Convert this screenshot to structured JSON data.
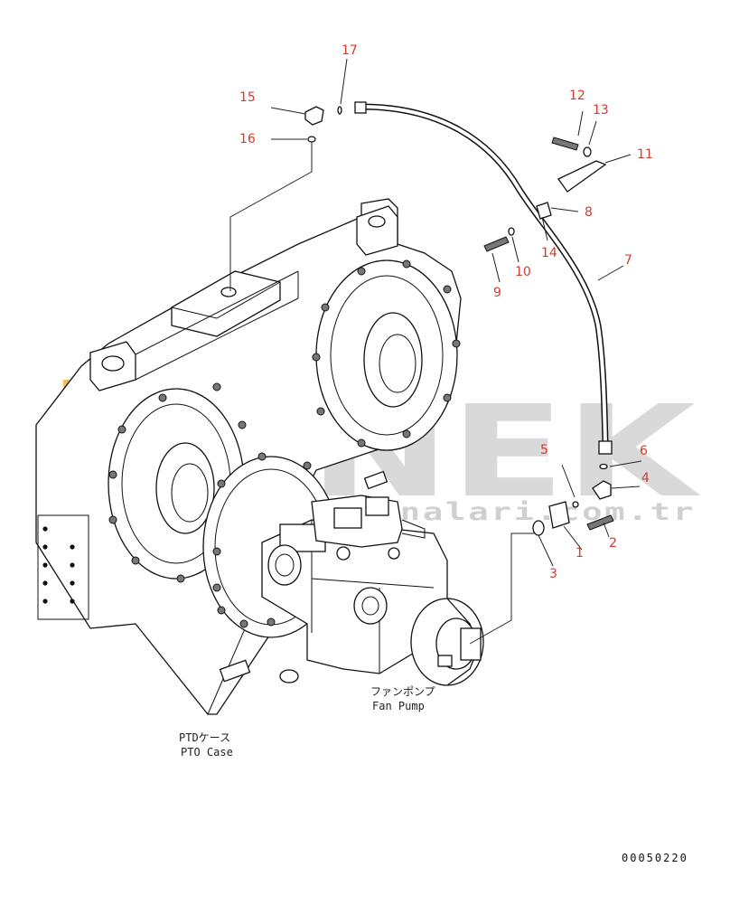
{
  "watermark": {
    "brand": "ORNEK",
    "site": "www.ornekiskmakinalari.com.tr",
    "brand_color": "#d9d9d9",
    "accent_color": "#e8a21a"
  },
  "callouts": [
    {
      "id": "1",
      "label": "1"
    },
    {
      "id": "2",
      "label": "2"
    },
    {
      "id": "3",
      "label": "3"
    },
    {
      "id": "4",
      "label": "4"
    },
    {
      "id": "5",
      "label": "5"
    },
    {
      "id": "6",
      "label": "6"
    },
    {
      "id": "7",
      "label": "7"
    },
    {
      "id": "8",
      "label": "8"
    },
    {
      "id": "9",
      "label": "9"
    },
    {
      "id": "10",
      "label": "10"
    },
    {
      "id": "11",
      "label": "11"
    },
    {
      "id": "12",
      "label": "12"
    },
    {
      "id": "13",
      "label": "13"
    },
    {
      "id": "14",
      "label": "14"
    },
    {
      "id": "15",
      "label": "15"
    },
    {
      "id": "16",
      "label": "16"
    },
    {
      "id": "17",
      "label": "17"
    }
  ],
  "callout_color": "#d33b2c",
  "annotations": {
    "fan_pump_jp": "ファンポンプ",
    "fan_pump_en": "Fan Pump",
    "pto_case_jp": "PTDケース",
    "pto_case_en": "PTO Case"
  },
  "drawing_code": "00050220"
}
